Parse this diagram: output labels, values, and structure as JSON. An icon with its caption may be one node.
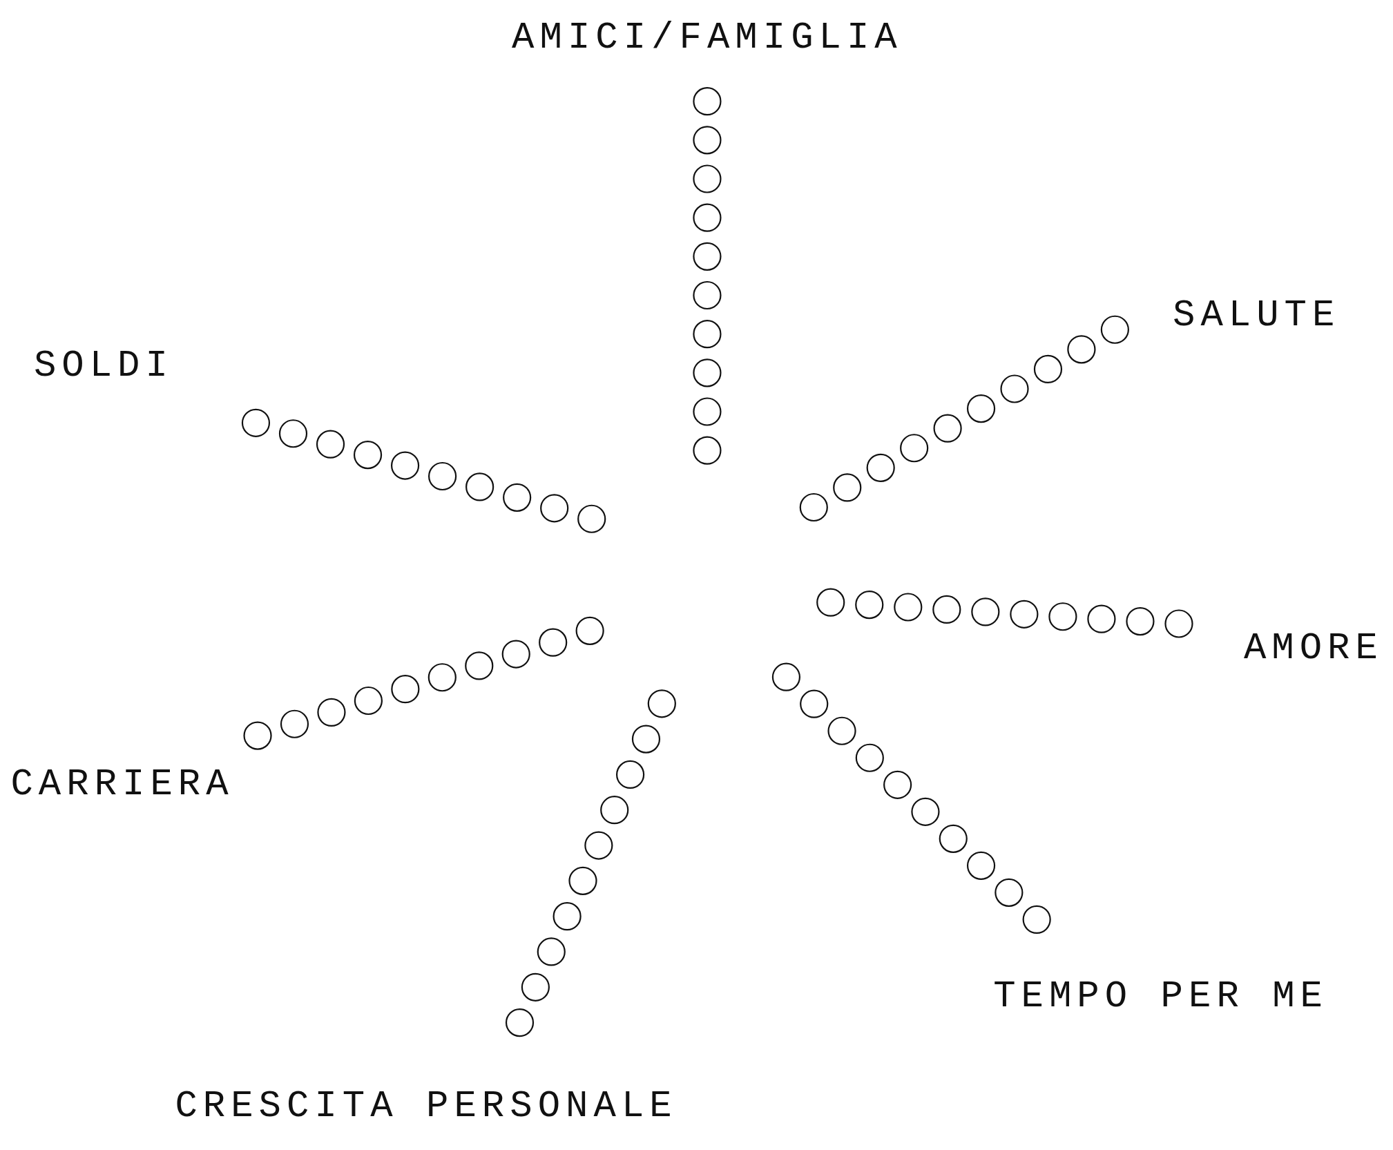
{
  "diagram": {
    "labels": [
      "AMICI/FAMIGLIA",
      "SALUTE",
      "SOLDI",
      "AMORE",
      "CARRIERA",
      "TEMPO PER ME",
      "CRESCITA PERSONALE"
    ]
  }
}
